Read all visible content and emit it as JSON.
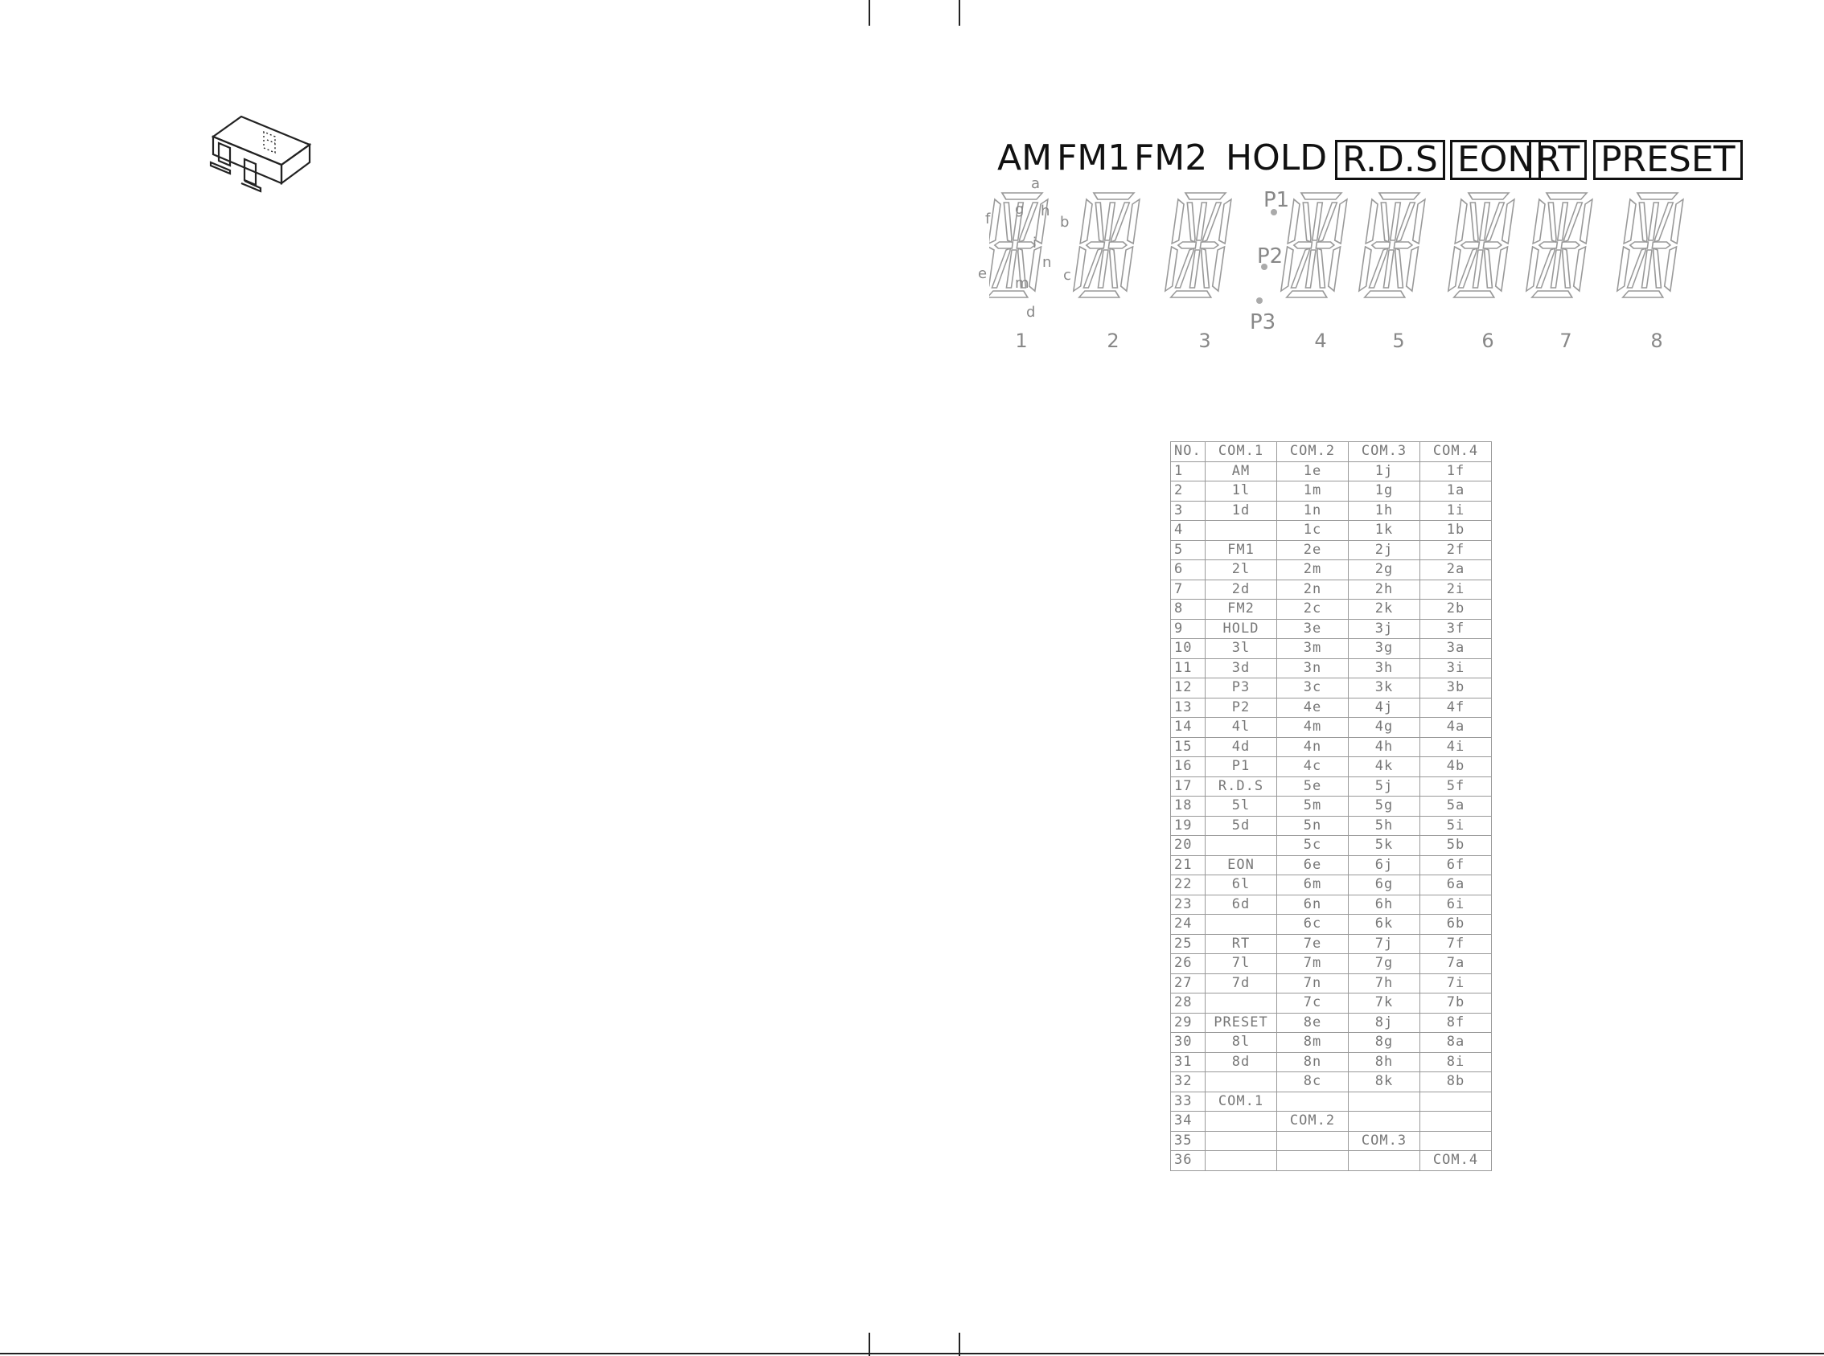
{
  "indicators": [
    {
      "text": "AM",
      "boxed": false
    },
    {
      "text": "FM1",
      "boxed": false
    },
    {
      "text": "FM2",
      "boxed": false
    },
    {
      "text": "HOLD",
      "boxed": false
    },
    {
      "text": "R.D.S",
      "boxed": true
    },
    {
      "text": "EON",
      "boxed": true
    },
    {
      "text": "RT",
      "boxed": true
    },
    {
      "text": "PRESET",
      "boxed": true
    }
  ],
  "segment_letters": [
    "a",
    "f",
    "g",
    "h",
    "b",
    "e",
    "c",
    "d",
    "m",
    "n",
    "i"
  ],
  "dot_labels": [
    "P1",
    "P2",
    "P3"
  ],
  "digit_numbers": [
    "1",
    "2",
    "3",
    "4",
    "5",
    "6",
    "7",
    "8"
  ],
  "pin_table": {
    "headers": [
      "NO.",
      "COM.1",
      "COM.2",
      "COM.3",
      "COM.4"
    ],
    "rows": [
      [
        "1",
        "AM",
        "1e",
        "1j",
        "1f"
      ],
      [
        "2",
        "1l",
        "1m",
        "1g",
        "1a"
      ],
      [
        "3",
        "1d",
        "1n",
        "1h",
        "1i"
      ],
      [
        "4",
        "",
        "1c",
        "1k",
        "1b"
      ],
      [
        "5",
        "FM1",
        "2e",
        "2j",
        "2f"
      ],
      [
        "6",
        "2l",
        "2m",
        "2g",
        "2a"
      ],
      [
        "7",
        "2d",
        "2n",
        "2h",
        "2i"
      ],
      [
        "8",
        "FM2",
        "2c",
        "2k",
        "2b"
      ],
      [
        "9",
        "HOLD",
        "3e",
        "3j",
        "3f"
      ],
      [
        "10",
        "3l",
        "3m",
        "3g",
        "3a"
      ],
      [
        "11",
        "3d",
        "3n",
        "3h",
        "3i"
      ],
      [
        "12",
        "P3",
        "3c",
        "3k",
        "3b"
      ],
      [
        "13",
        "P2",
        "4e",
        "4j",
        "4f"
      ],
      [
        "14",
        "4l",
        "4m",
        "4g",
        "4a"
      ],
      [
        "15",
        "4d",
        "4n",
        "4h",
        "4i"
      ],
      [
        "16",
        "P1",
        "4c",
        "4k",
        "4b"
      ],
      [
        "17",
        "R.D.S",
        "5e",
        "5j",
        "5f"
      ],
      [
        "18",
        "5l",
        "5m",
        "5g",
        "5a"
      ],
      [
        "19",
        "5d",
        "5n",
        "5h",
        "5i"
      ],
      [
        "20",
        "",
        "5c",
        "5k",
        "5b"
      ],
      [
        "21",
        "EON",
        "6e",
        "6j",
        "6f"
      ],
      [
        "22",
        "6l",
        "6m",
        "6g",
        "6a"
      ],
      [
        "23",
        "6d",
        "6n",
        "6h",
        "6i"
      ],
      [
        "24",
        "",
        "6c",
        "6k",
        "6b"
      ],
      [
        "25",
        "RT",
        "7e",
        "7j",
        "7f"
      ],
      [
        "26",
        "7l",
        "7m",
        "7g",
        "7a"
      ],
      [
        "27",
        "7d",
        "7n",
        "7h",
        "7i"
      ],
      [
        "28",
        "",
        "7c",
        "7k",
        "7b"
      ],
      [
        "29",
        "PRESET",
        "8e",
        "8j",
        "8f"
      ],
      [
        "30",
        "8l",
        "8m",
        "8g",
        "8a"
      ],
      [
        "31",
        "8d",
        "8n",
        "8h",
        "8i"
      ],
      [
        "32",
        "",
        "8c",
        "8k",
        "8b"
      ],
      [
        "33",
        "COM.1",
        "",
        "",
        ""
      ],
      [
        "34",
        "",
        "COM.2",
        "",
        ""
      ],
      [
        "35",
        "",
        "",
        "COM.3",
        ""
      ],
      [
        "36",
        "",
        "",
        "",
        "COM.4"
      ]
    ]
  }
}
